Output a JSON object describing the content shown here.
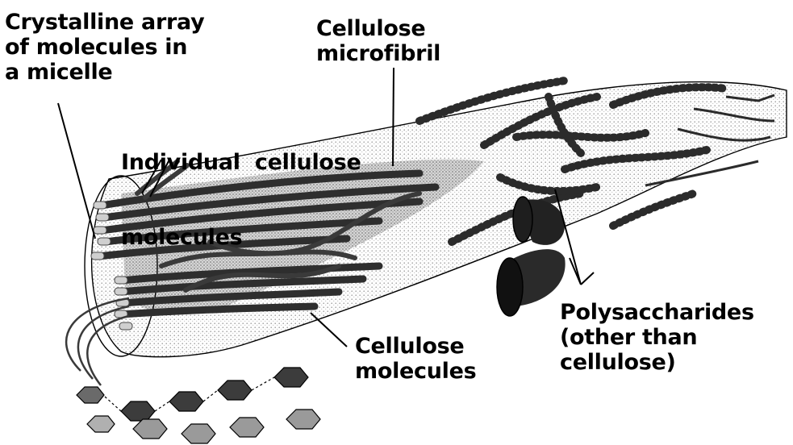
{
  "labels": {
    "crystalline": [
      "Crystalline array",
      "of molecules in",
      "a micelle"
    ],
    "microfibril": [
      "Cellulose",
      "microfibril"
    ],
    "individual": [
      "Individual  cellulose",
      "molecules"
    ],
    "molecules": [
      "Cellulose",
      "molecules"
    ],
    "polysaccharides": [
      "Polysaccharides",
      "(other than",
      "cellulose)"
    ]
  },
  "colors": {
    "ink": "#000000",
    "fiber": "#3a3a3a",
    "hexagon_dark": "#3c3c3c",
    "hexagon_light": "#9a9a9a",
    "stipple": "#b5b5b5"
  }
}
